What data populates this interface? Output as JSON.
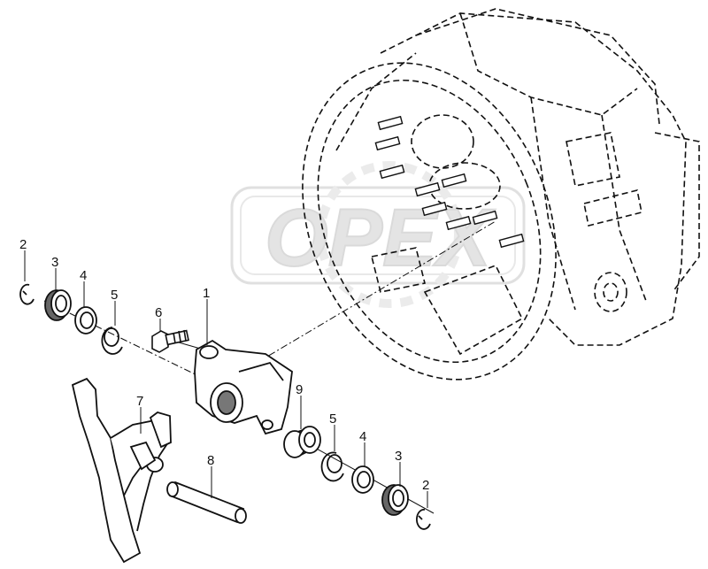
{
  "watermark": {
    "text": "OPEX"
  },
  "callouts": [
    {
      "id": "c1",
      "label": "1"
    },
    {
      "id": "c2a",
      "label": "2"
    },
    {
      "id": "c3a",
      "label": "3"
    },
    {
      "id": "c4a",
      "label": "4"
    },
    {
      "id": "c5a",
      "label": "5"
    },
    {
      "id": "c6",
      "label": "6"
    },
    {
      "id": "c7",
      "label": "7"
    },
    {
      "id": "c8",
      "label": "8"
    },
    {
      "id": "c9",
      "label": "9"
    },
    {
      "id": "c5b",
      "label": "5"
    },
    {
      "id": "c4b",
      "label": "4"
    },
    {
      "id": "c3b",
      "label": "3"
    },
    {
      "id": "c2b",
      "label": "2"
    }
  ],
  "colors": {
    "line": "#111111",
    "watermark": "#cfcfcf"
  }
}
